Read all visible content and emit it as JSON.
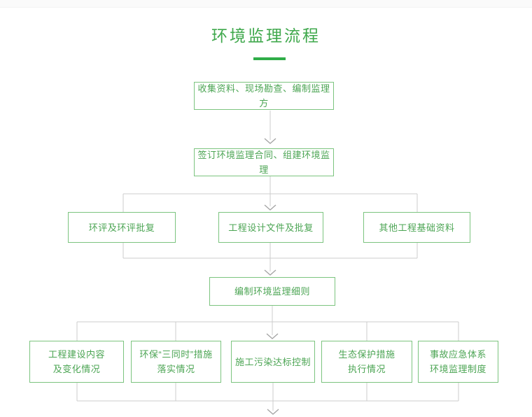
{
  "page": {
    "title": "环境监理流程"
  },
  "colors": {
    "title_green": "#3fa84c",
    "underline_green": "#2fad48",
    "box_border_green": "#7cc47f",
    "box_text_green": "#4ca554",
    "connector_gray": "#cccccc",
    "arrowhead_gray": "#a3a3a3",
    "background": "#ffffff"
  },
  "flow": {
    "step1": "收集资料、现场勘查、编制监理方",
    "step2": "签订环境监理合同、组建环境监理",
    "row3": [
      "环评及环评批复",
      "工程设计文件及批复",
      "其他工程基础资料"
    ],
    "step4": "编制环境监理细则",
    "row5": [
      {
        "line1": "工程建设内容",
        "line2": "及变化情况"
      },
      {
        "line1": "环保“三同时”措施",
        "line2": "落实情况"
      },
      {
        "line1": "施工污染达标控制",
        "line2": ""
      },
      {
        "line1": "生态保护措施",
        "line2": "执行情况"
      },
      {
        "line1": "事故应急体系",
        "line2": "环境监理制度"
      }
    ]
  }
}
